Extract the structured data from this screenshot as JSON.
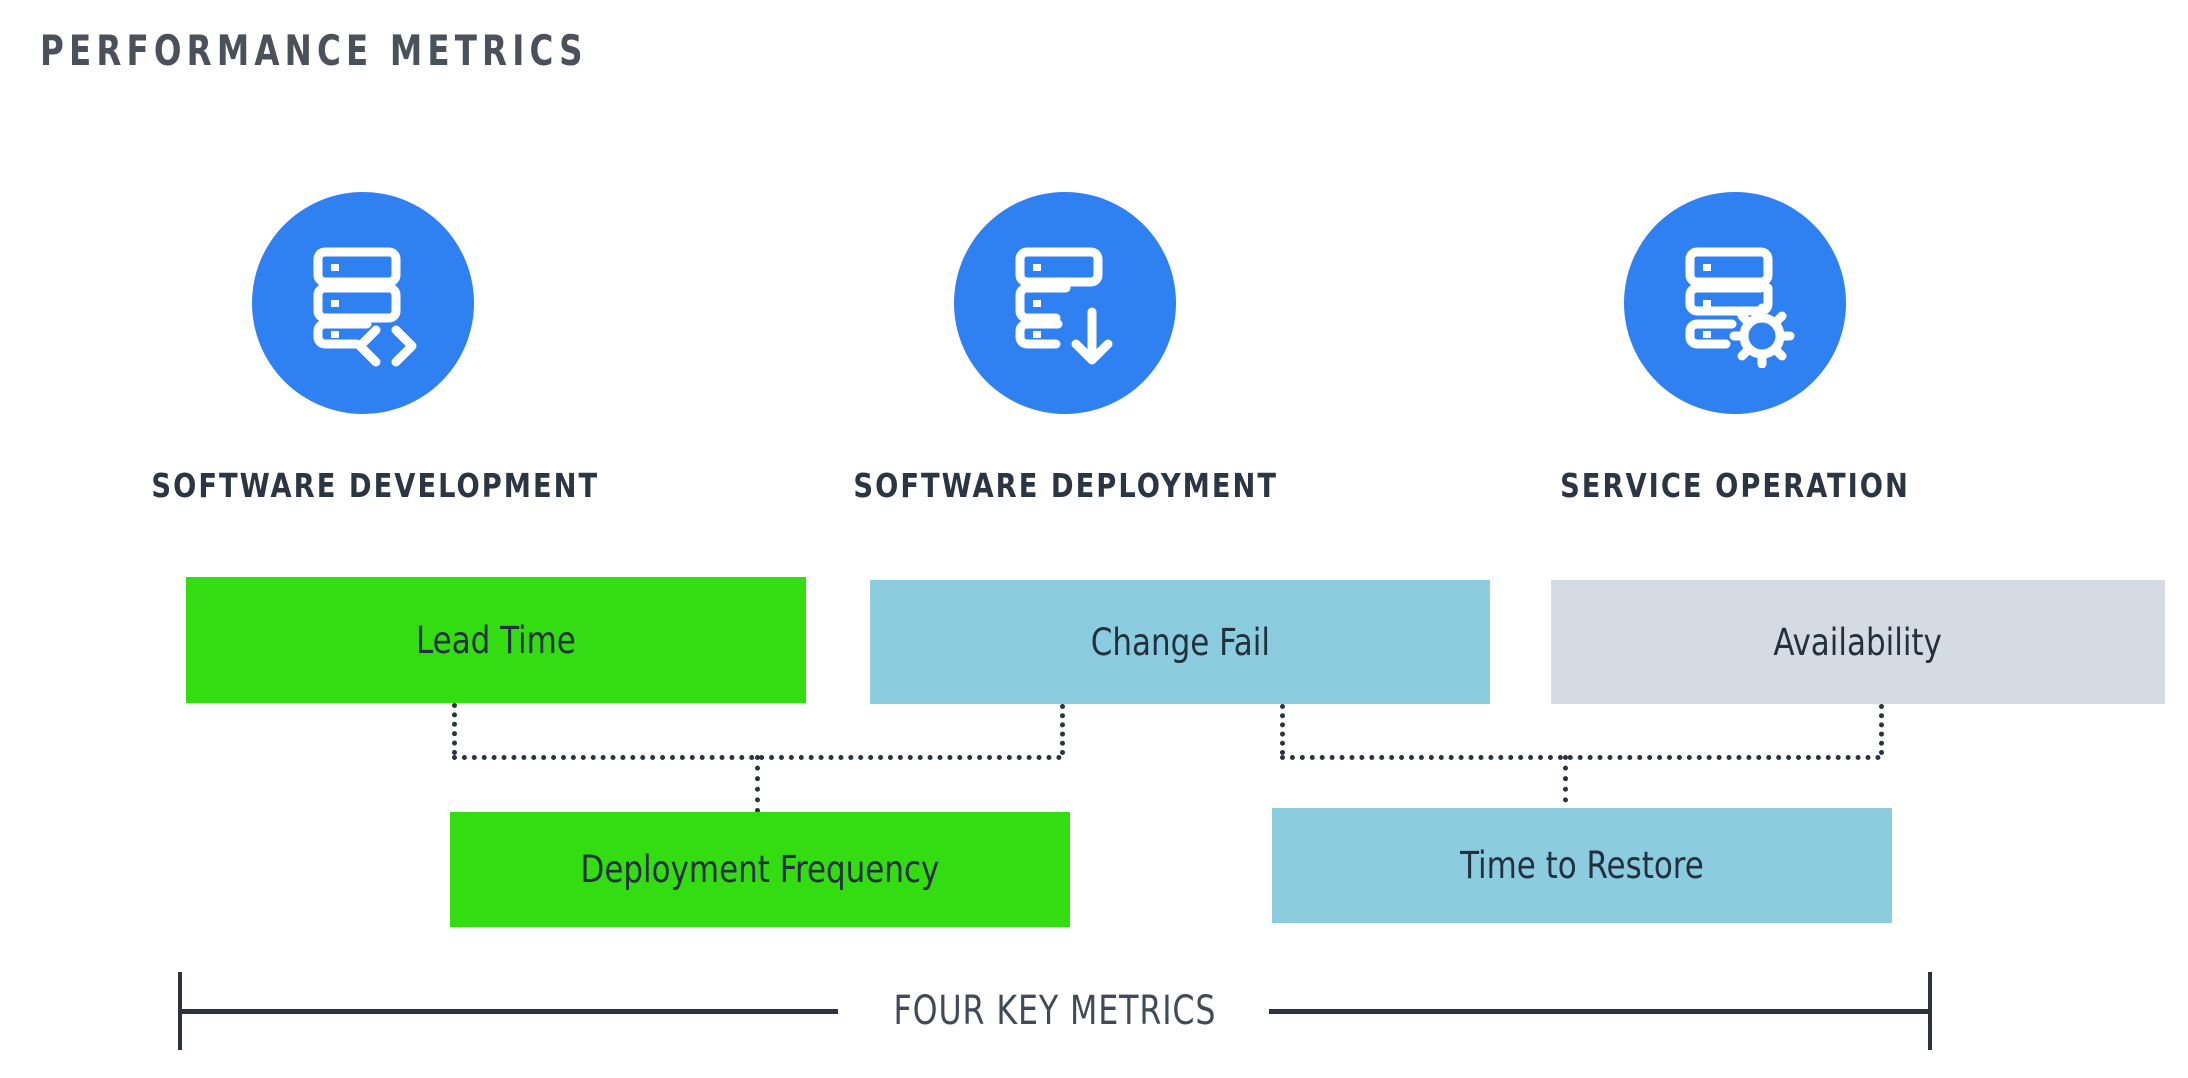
{
  "page": {
    "title": "PERFORMANCE METRICS",
    "background": "#ffffff",
    "title_color": "#4a515b"
  },
  "colors": {
    "icon_circle": "#2f80f0",
    "icon_glyph": "#ffffff",
    "green": "#33dd11",
    "teal": "#8bcdde",
    "gray": "#d5dbe2",
    "text_dark": "#23303d",
    "heading_dark": "#2b3544",
    "connector": "#2b3340"
  },
  "columns": [
    {
      "label": "SOFTWARE DEVELOPMENT",
      "icon": "server-code-icon"
    },
    {
      "label": "SOFTWARE DEPLOYMENT",
      "icon": "server-download-icon"
    },
    {
      "label": "SERVICE OPERATION",
      "icon": "server-gear-icon"
    }
  ],
  "metrics": {
    "top_row": [
      {
        "label": "Lead Time",
        "color": "#33dd11",
        "column": "SOFTWARE DEVELOPMENT"
      },
      {
        "label": "Change Fail",
        "color": "#8bcdde",
        "column": "SOFTWARE DEPLOYMENT"
      },
      {
        "label": "Availability",
        "color": "#d5dbe2",
        "column": "SERVICE OPERATION"
      }
    ],
    "bottom_row": [
      {
        "label": "Deployment Frequency",
        "color": "#33dd11"
      },
      {
        "label": "Time to Restore",
        "color": "#8bcdde"
      }
    ]
  },
  "connections": [
    {
      "from": "Lead Time",
      "to": "Deployment Frequency",
      "style": "dotted"
    },
    {
      "from": "Change Fail",
      "to": "Deployment Frequency",
      "style": "dotted"
    },
    {
      "from": "Change Fail",
      "to": "Time to Restore",
      "style": "dotted"
    },
    {
      "from": "Availability",
      "to": "Time to Restore",
      "style": "dotted"
    }
  ],
  "footer": {
    "span_label": "FOUR KEY METRICS"
  }
}
